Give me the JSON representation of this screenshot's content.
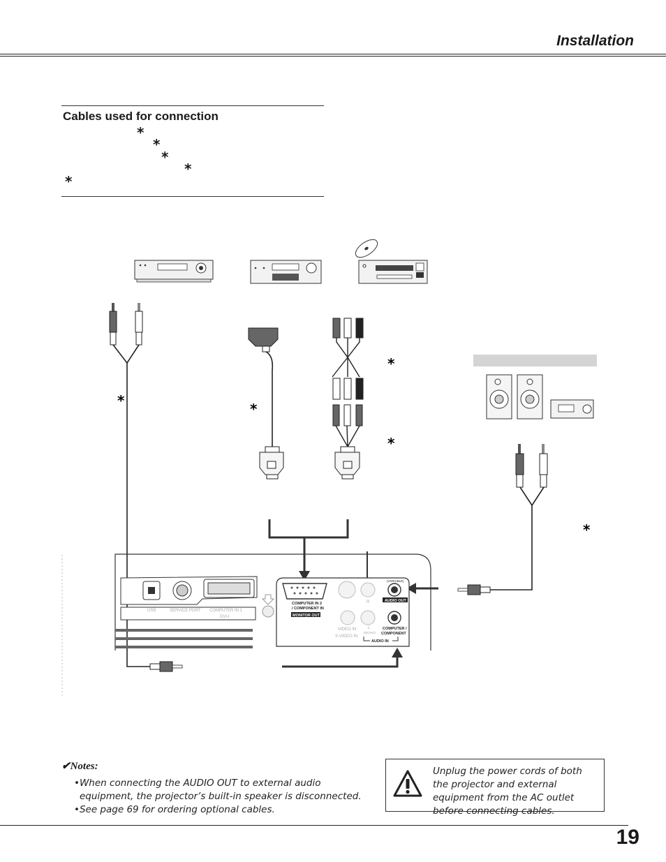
{
  "header": {
    "section_title": "Installation"
  },
  "cables_box": {
    "heading": "Cables used for connection",
    "asterisk": "*"
  },
  "panel": {
    "usb": "USB",
    "service_port": "SERVICE PORT",
    "computer_in1": "COMPUTER  IN  1",
    "dvi": "DVI-I",
    "computer_in2": "COMPUTER IN 2",
    "component_in": "/ COMPONENT IN",
    "monitor_out": "MONITOR OUT",
    "r": "R",
    "l": "L",
    "mono": "(MONO)",
    "variable": "(VARIABLE)",
    "audio_out": "AUDIO  OUT",
    "video_in": "VIDEO IN",
    "s_video_in": "S-VIDEO IN",
    "computer_component": "COMPUTER /",
    "component": "COMPONENT",
    "audio_in": "AUDIO  IN"
  },
  "notes": {
    "heading": "✔Notes:",
    "items": [
      "•When connecting the AUDIO OUT to external audio equipment, the projector’s built-in speaker is disconnected.",
      "•See page 69 for ordering optional cables."
    ]
  },
  "warning": {
    "text": "Unplug the power cords of both the projector and external equipment from the AC outlet before connecting cables."
  },
  "page_number": "19"
}
